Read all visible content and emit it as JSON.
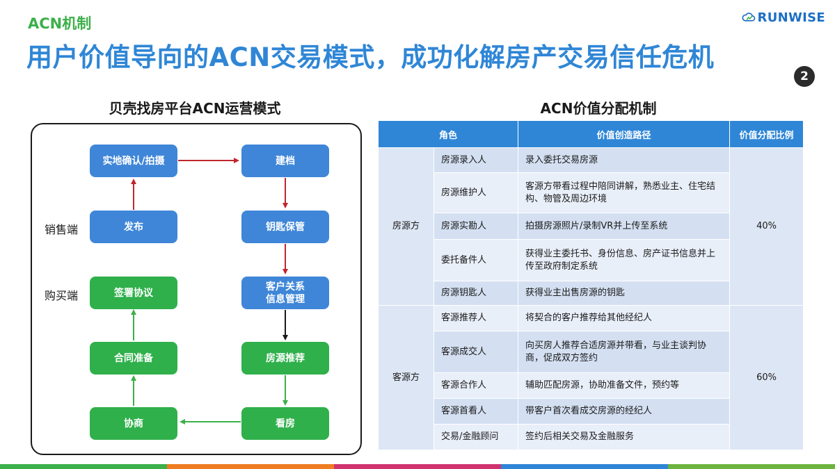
{
  "header": {
    "section_tag": "ACN机制",
    "title": "用户价值导向的ACN交易模式，成功化解房产交易信任危机",
    "logo_text": "RUNWISE",
    "page_number": "2"
  },
  "left_panel": {
    "title": "贝壳找房平台ACN运营模式",
    "side_labels": {
      "sales": "销售端",
      "purchase": "购买端"
    },
    "nodes": {
      "confirm": "实地确认/拍摄",
      "archive": "建档",
      "publish": "发布",
      "keys": "钥匙保管",
      "crm": "客户关系\n信息管理",
      "sign": "签署协议",
      "contract": "合同准备",
      "recommend": "房源推荐",
      "negotiate": "协商",
      "viewing": "看房"
    }
  },
  "right_panel": {
    "title": "ACN价值分配机制",
    "headers": {
      "role": "角色",
      "path": "价值创造路径",
      "ratio": "价值分配比例"
    },
    "groups": [
      {
        "name": "房源方",
        "ratio": "40%",
        "rows": [
          {
            "role": "房源录入人",
            "path": "录入委托交易房源"
          },
          {
            "role": "房源维护人",
            "path": "客源方带看过程中陪同讲解，熟悉业主、住宅结构、物管及周边环境"
          },
          {
            "role": "房源实勘人",
            "path": "拍摄房源照片/录制VR并上传至系统"
          },
          {
            "role": "委托备件人",
            "path": "获得业主委托书、身份信息、房产证书信息并上传至政府制定系统"
          },
          {
            "role": "房源钥匙人",
            "path": "获得业主出售房源的钥匙"
          }
        ]
      },
      {
        "name": "客源方",
        "ratio": "60%",
        "rows": [
          {
            "role": "客源推荐人",
            "path": "将契合的客户推荐给其他经纪人"
          },
          {
            "role": "客源成交人",
            "path": "向买房人推荐合适房源并带看，与业主谈判协商，促成双方签约"
          },
          {
            "role": "客源合作人",
            "path": "辅助匹配房源，协助准备文件，预约等"
          },
          {
            "role": "客源首看人",
            "path": "带客户首次看成交房源的经纪人"
          },
          {
            "role": "交易/金融顾问",
            "path": "签约后相关交易及金融服务"
          }
        ]
      }
    ]
  },
  "colors": {
    "title_blue": "#2f86d6",
    "tag_green": "#3cb04a",
    "node_blue": "#3f86d8",
    "node_green": "#2fb04b",
    "arrow_red": "#c0262d",
    "arrow_black": "#1a1a1a",
    "arrow_green": "#3cb04a",
    "bottom_bar": [
      "#3cb04a",
      "#ef7d22",
      "#d1336f",
      "#2f86d6",
      "#6db33f"
    ]
  }
}
